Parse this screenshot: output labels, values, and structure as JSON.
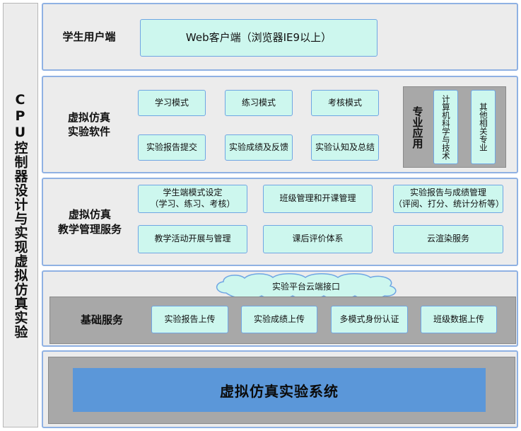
{
  "side_title": "CPU控制器设计与实现虚拟仿真实验",
  "client_layer": {
    "title": "学生用户端",
    "box": "Web客户端（浏览器IE9以上）"
  },
  "software_layer": {
    "title_line1": "虚拟仿真",
    "title_line2": "实验软件",
    "modes": [
      "学习模式",
      "练习模式",
      "考核模式"
    ],
    "items": [
      "实验报告提交",
      "实验成绩及反馈",
      "实验认知及总结"
    ],
    "specialty": {
      "title": "专业应用",
      "items": [
        "计算机科学与技术",
        "其他相关专业"
      ]
    }
  },
  "management_layer": {
    "title_line1": "虚拟仿真",
    "title_line2": "教学管理服务",
    "row1": [
      {
        "line1": "学生端模式设定",
        "line2": "（学习、练习、考核）"
      },
      {
        "line1": "班级管理和开课管理",
        "line2": ""
      },
      {
        "line1": "实验报告与成绩管理",
        "line2": "（评阅、打分、统计分析等）"
      }
    ],
    "row2": [
      "教学活动开展与管理",
      "课后评价体系",
      "云渲染服务"
    ]
  },
  "base_layer": {
    "cloud_label": "实验平台云端接口",
    "title": "基础服务",
    "items": [
      "实验报告上传",
      "实验成绩上传",
      "多模式身份认证",
      "班级数据上传"
    ]
  },
  "system_layer": {
    "label": "虚拟仿真实验系统"
  }
}
